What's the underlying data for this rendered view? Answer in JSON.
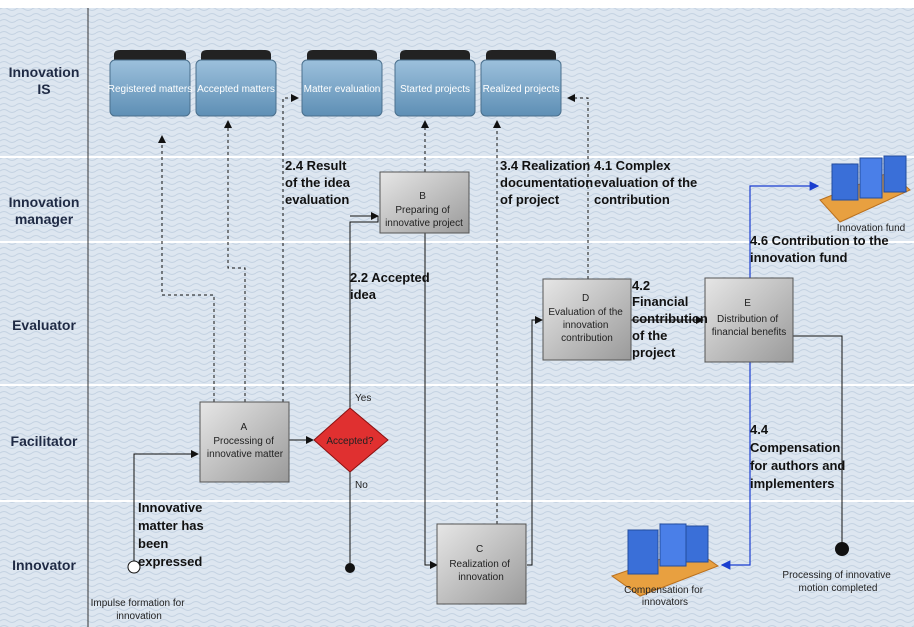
{
  "lanes": [
    "Innovation\nIS",
    "Innovation\nmanager",
    "Evaluator",
    "Facilitator",
    "Innovator"
  ],
  "databases": [
    "Registered matters",
    "Accepted matters",
    "Matter evaluation",
    "Started projects",
    "Realized projects"
  ],
  "process_boxes": {
    "A": {
      "letter": "A",
      "text": [
        "Processing of",
        "innovative matter"
      ]
    },
    "B": {
      "letter": "B",
      "text": [
        "Preparing of",
        "innovative project"
      ]
    },
    "C": {
      "letter": "C",
      "text": [
        "Realization of",
        "innovation"
      ]
    },
    "D": {
      "letter": "D",
      "text": [
        "Evaluation of the",
        "innovation",
        "contribution"
      ]
    },
    "E": {
      "letter": "E",
      "text": [
        "Distribution of",
        "financial benefits"
      ]
    }
  },
  "decision": {
    "label": "Accepted?",
    "yes": "Yes",
    "no": "No"
  },
  "annotations": {
    "a24": [
      "2.4 Result",
      "of the idea",
      "evaluation"
    ],
    "a22": [
      "2.2 Accepted",
      "idea"
    ],
    "a34": [
      "3.4 Realization",
      "documentation",
      "of project"
    ],
    "a41": [
      "4.1 Complex",
      "evaluation of the",
      "contribution"
    ],
    "a42": [
      "4.2",
      "Financial",
      "contribution",
      "of the",
      "project"
    ],
    "a46": [
      "4.6 Contribution to the",
      "innovation fund"
    ],
    "a44": [
      "4.4",
      "Compensation",
      "for authors and",
      "implementers"
    ],
    "innovative_matter": [
      "Innovative",
      "matter has",
      "been",
      "expressed"
    ]
  },
  "labels": {
    "start": [
      "Impulse formation for",
      "innovation"
    ],
    "end": [
      "Processing of innovative",
      "motion completed"
    ],
    "fund": "Innovation fund",
    "compensation": [
      "Compensation for",
      "innovators"
    ]
  },
  "colors": {
    "decision": "#e03030",
    "cube": "#3a6fd8",
    "pallet": "#e8a040",
    "db": "#6fa3c4",
    "box": "#bdbdbd"
  }
}
